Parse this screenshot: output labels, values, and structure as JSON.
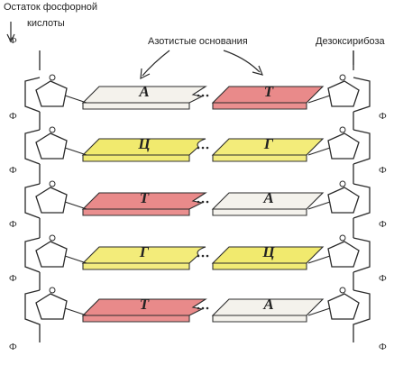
{
  "labels": {
    "phosphate_residue_line1": "Остаток фосфорной",
    "phosphate_residue_line2": "кислоты",
    "nitrogen_bases": "Азотистые основания",
    "deoxyribose": "Дезоксирибоза"
  },
  "phosphate_symbol": "Ф",
  "base_pairs": [
    {
      "left": "А",
      "right": "Т",
      "left_color": "#f4f2ec",
      "right_color": "#e98a8a"
    },
    {
      "left": "Ц",
      "right": "Г",
      "left_color": "#f1ea6e",
      "right_color": "#f3ec7a"
    },
    {
      "left": "Т",
      "right": "А",
      "left_color": "#e98a8a",
      "right_color": "#f4f2ec"
    },
    {
      "left": "Г",
      "right": "Ц",
      "left_color": "#f3ec7a",
      "right_color": "#f1ea6e"
    },
    {
      "left": "Т",
      "right": "А",
      "left_color": "#e98a8a",
      "right_color": "#f4f2ec"
    }
  ],
  "colors": {
    "line": "#2a2a2a",
    "adenine": "#f4f2ec",
    "thymine": "#e98a8a",
    "cytosine": "#f1ea6e",
    "guanine": "#f3ec7a"
  }
}
